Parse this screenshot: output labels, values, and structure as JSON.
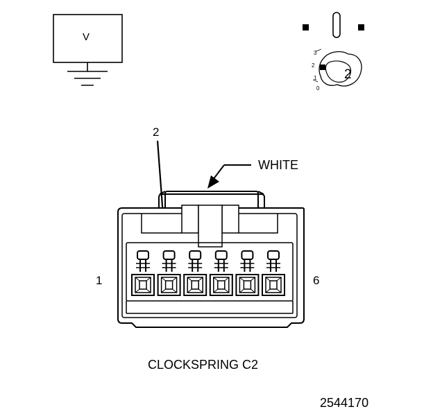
{
  "meter": {
    "label": "V"
  },
  "selector": {
    "positions": [
      "3",
      "2",
      "1",
      "0"
    ],
    "selected": "2"
  },
  "connector": {
    "color_label": "WHITE",
    "name": "CLOCKSPRING C2",
    "pin_count": 6,
    "pin_start_label": "1",
    "pin_end_label": "6",
    "probe_pin": "2"
  },
  "figure_id": "2544170"
}
